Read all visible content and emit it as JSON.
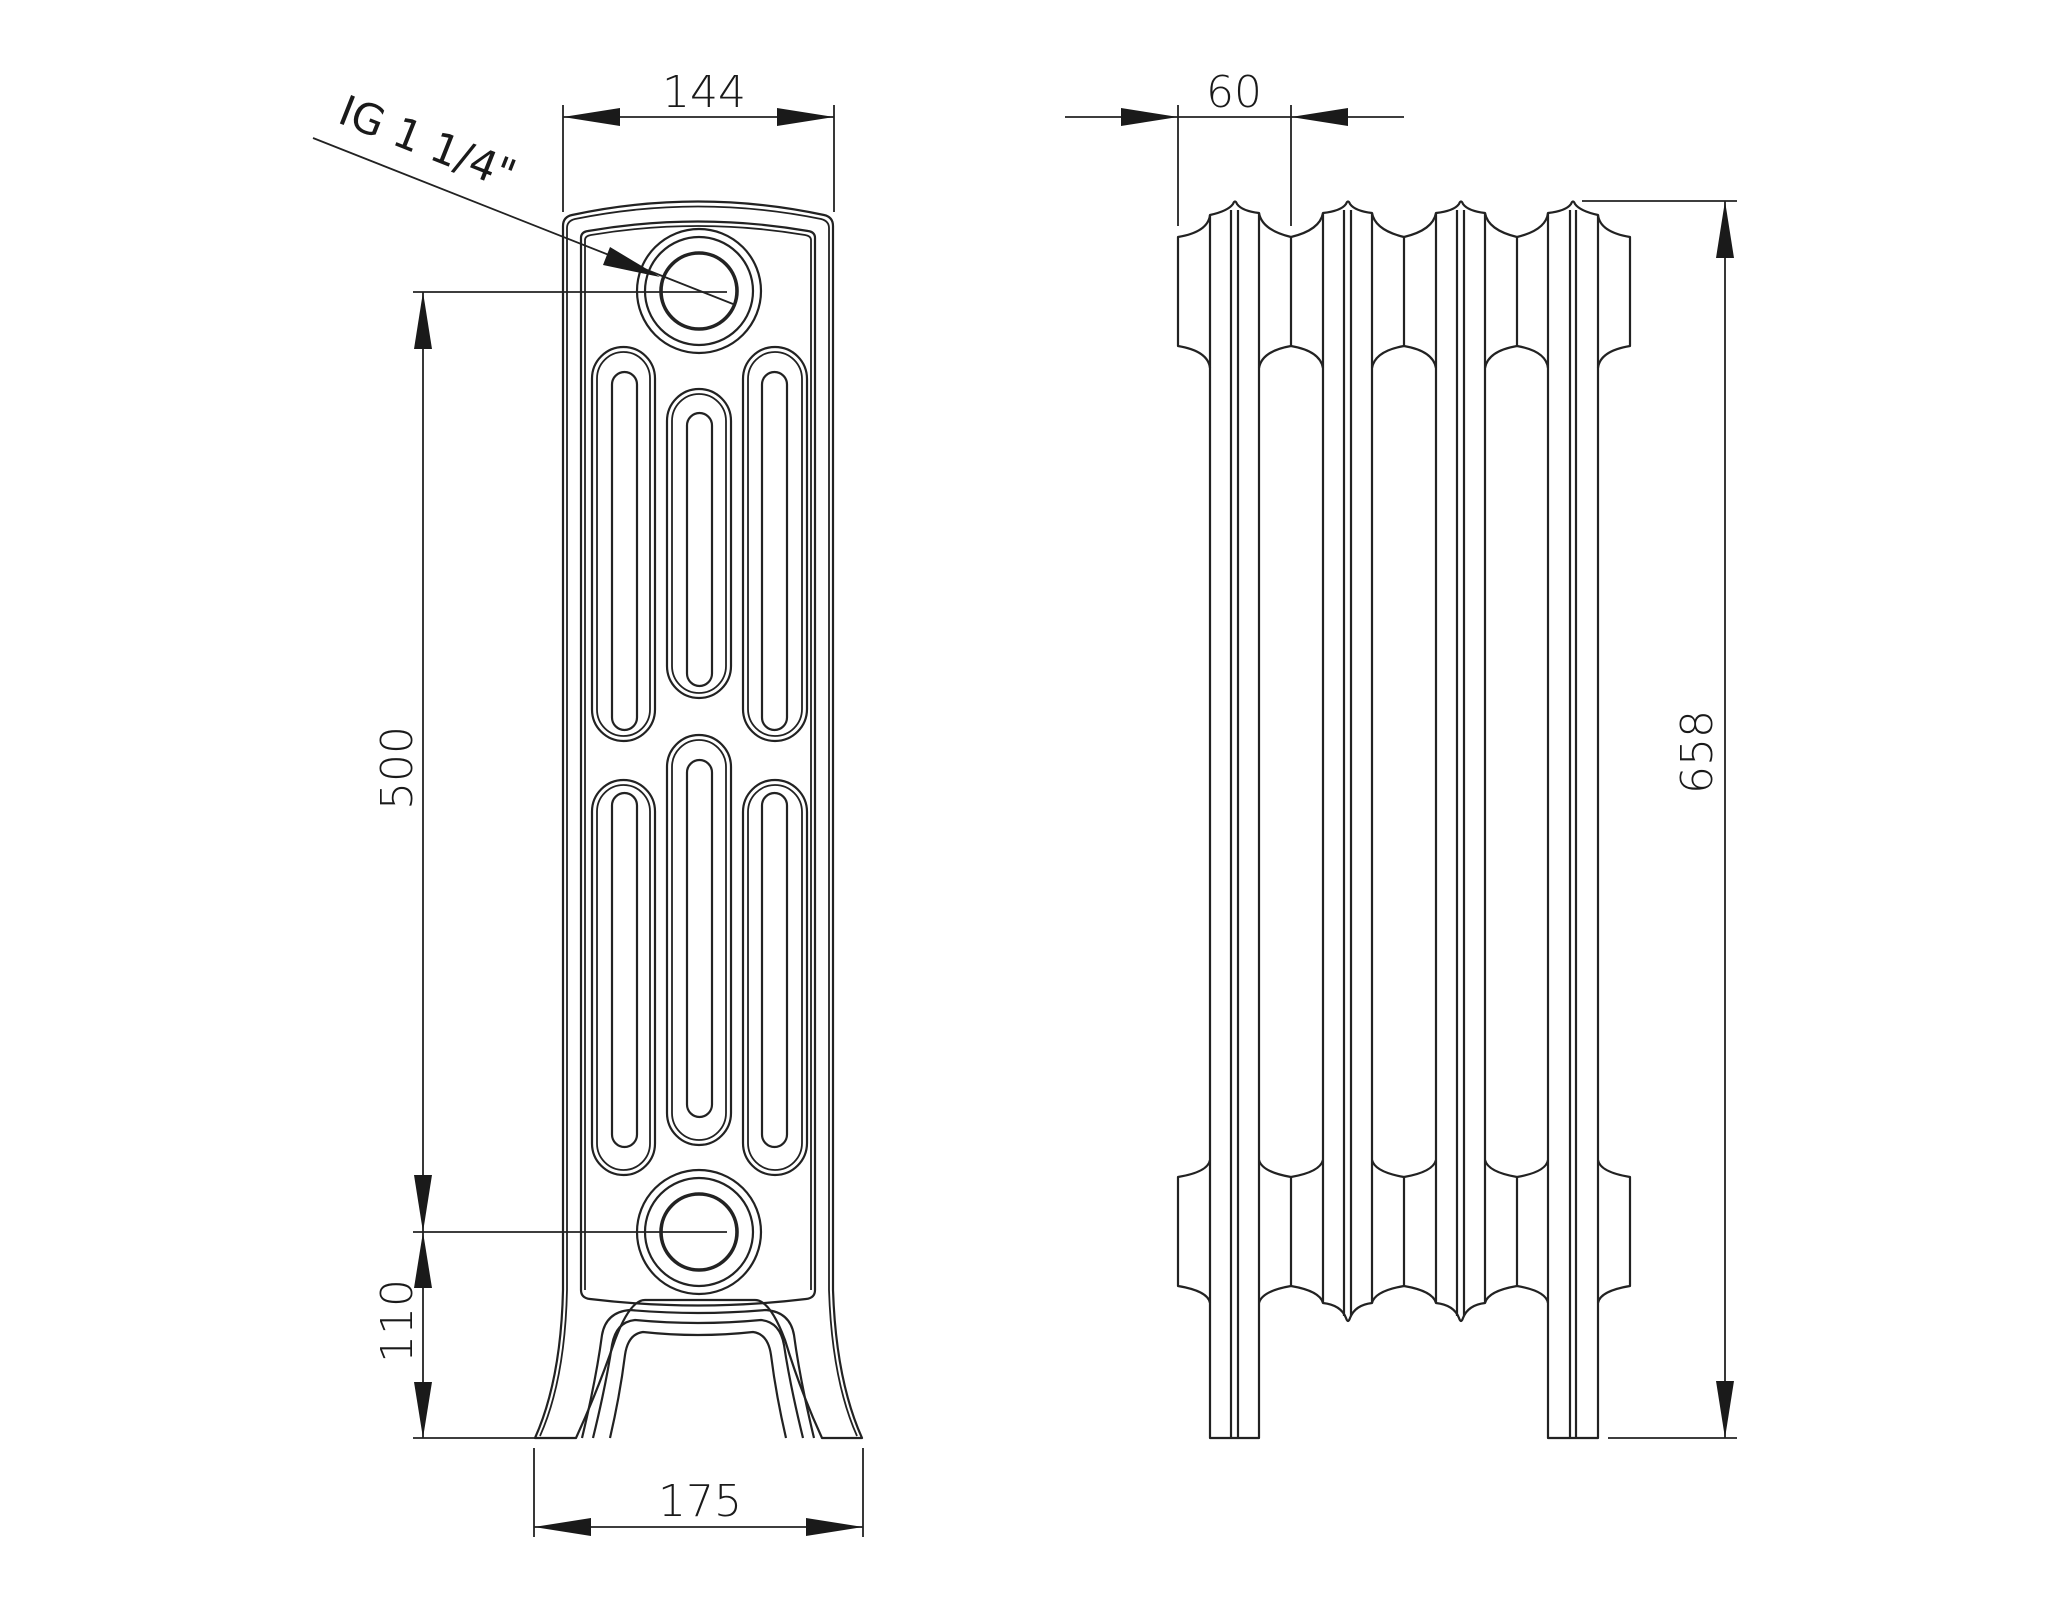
{
  "drawing": {
    "title": "Cast iron column radiator - technical dimension drawing",
    "line_color": "#222222",
    "background": "#ffffff",
    "views": [
      "front-view",
      "side-view"
    ]
  },
  "front_view": {
    "connection_label": "IG 1 1/4\"",
    "dimensions": {
      "top_width": "144",
      "bottom_width": "175",
      "connection_spacing": "500",
      "base_to_lower_connection": "110"
    },
    "slot_columns": 3,
    "connections": 2
  },
  "side_view": {
    "dimensions": {
      "section_depth": "60",
      "overall_height": "658"
    },
    "sections": 4,
    "legs": 2
  },
  "units": "mm"
}
